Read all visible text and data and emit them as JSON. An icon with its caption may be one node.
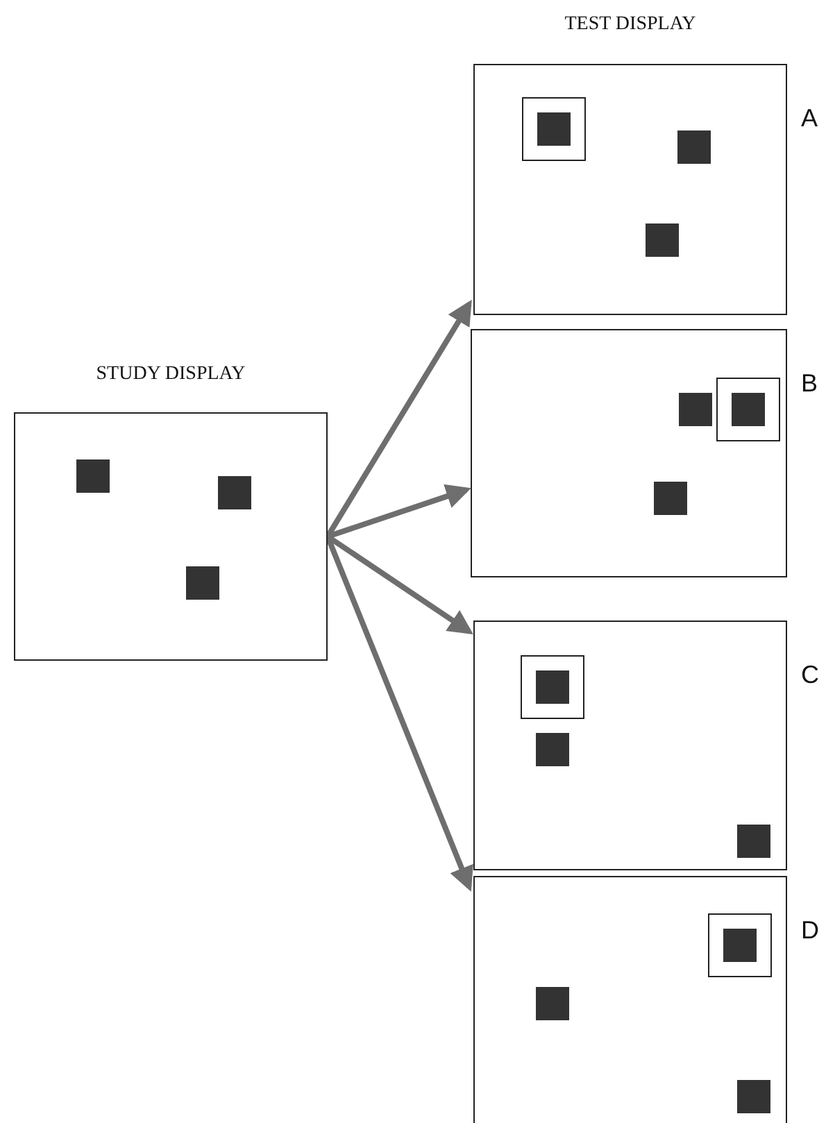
{
  "diagram": {
    "nodes": [
      {
        "text": [
          "STUDY DISPLAY"
        ]
      },
      {
        "text": [],
        "shape": "box",
        "beside": [
          "A"
        ]
      },
      {
        "text": [],
        "shape": "box",
        "beside": [
          "B"
        ]
      },
      {
        "text": [],
        "shape": "box",
        "beside": [
          "C"
        ]
      },
      {
        "text": [],
        "shape": "box",
        "beside": [
          "D"
        ]
      }
    ],
    "edges": [
      {
        "from": 0,
        "to": 1,
        "arrow": "to"
      },
      {
        "from": 0,
        "to": 2,
        "arrow": "to"
      },
      {
        "from": 0,
        "to": 3,
        "arrow": "to"
      },
      {
        "from": 0,
        "to": 4,
        "arrow": "to"
      }
    ],
    "labels": [
      "TEST DISPLAY"
    ]
  }
}
